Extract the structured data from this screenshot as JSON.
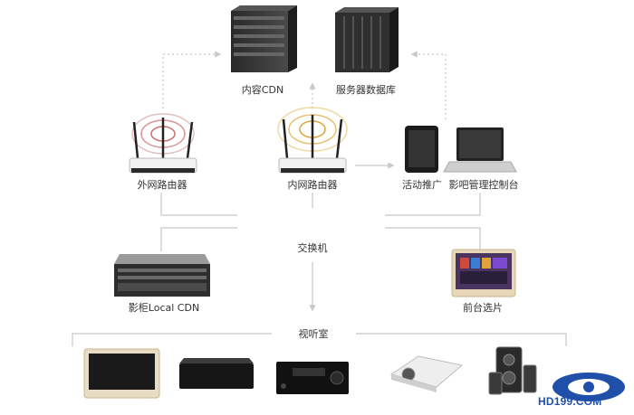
{
  "nodes": {
    "content_cdn": "内容CDN",
    "server_db": "服务器数据库",
    "external_router": "外网路由器",
    "internal_router": "内网路由器",
    "promo": "活动推广",
    "console": "影吧管理控制台",
    "switch": "交换机",
    "local_cdn": "影柜Local CDN",
    "front_desk": "前台选片",
    "viewing_room": "视听室"
  },
  "logo": {
    "text": "HD199.COM"
  },
  "colors": {
    "line": "#c8c8c8",
    "text": "#333333",
    "logo": "#1f4fa8"
  }
}
